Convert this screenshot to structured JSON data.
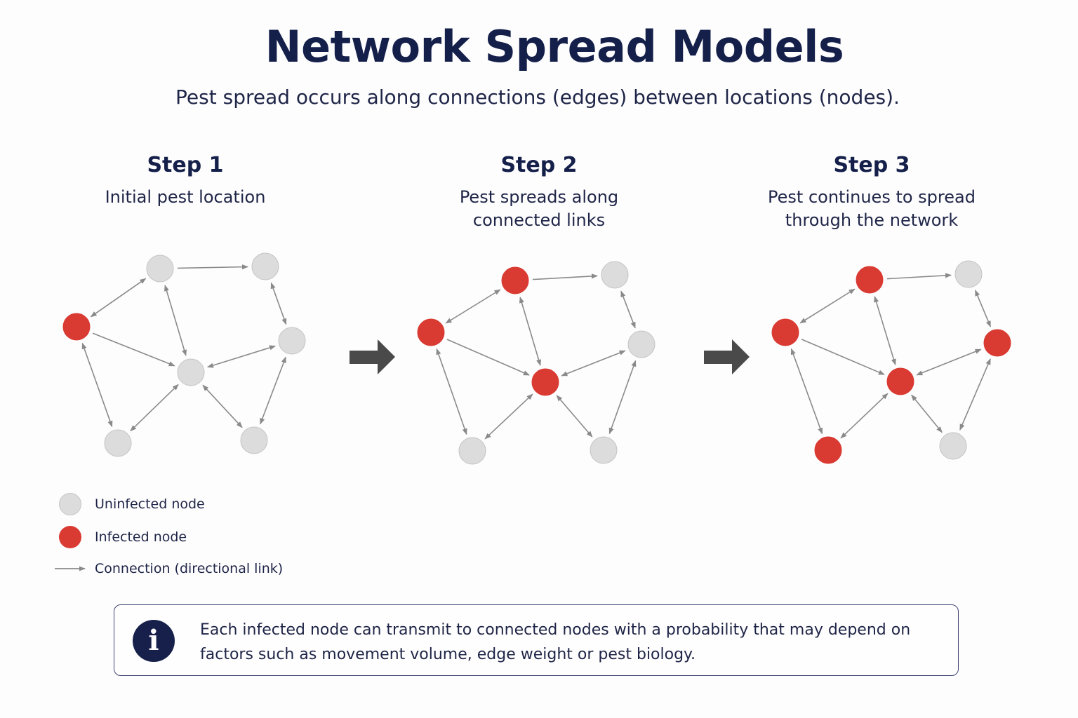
{
  "title": "Network Spread Models",
  "subtitle": "Pest spread occurs along connections (edges) between locations (nodes).",
  "steps": [
    {
      "title": "Step 1",
      "description": "Initial pest location"
    },
    {
      "title": "Step 2",
      "description": "Pest spreads along connected links"
    },
    {
      "title": "Step 3",
      "description": "Pest continues to spread through the network"
    }
  ],
  "network": {
    "nodes": [
      "A",
      "B",
      "C",
      "D",
      "E",
      "F",
      "G",
      "H"
    ],
    "edges": [
      {
        "from": "A",
        "to": "B",
        "bidirectional": true
      },
      {
        "from": "B",
        "to": "C",
        "bidirectional": false
      },
      {
        "from": "C",
        "to": "D",
        "bidirectional": true
      },
      {
        "from": "B",
        "to": "E",
        "bidirectional": true
      },
      {
        "from": "A",
        "to": "E",
        "bidirectional": false
      },
      {
        "from": "E",
        "to": "D",
        "bidirectional": true
      },
      {
        "from": "A",
        "to": "F",
        "bidirectional": true
      },
      {
        "from": "E",
        "to": "F",
        "bidirectional": true
      },
      {
        "from": "E",
        "to": "G",
        "bidirectional": true
      },
      {
        "from": "D",
        "to": "G",
        "bidirectional": true
      }
    ],
    "infected_by_step": [
      [
        "A"
      ],
      [
        "A",
        "B",
        "E"
      ],
      [
        "A",
        "B",
        "E",
        "D",
        "F"
      ]
    ]
  },
  "colors": {
    "infected": "#d93a32",
    "uninfected": "#dcdcdc",
    "uninfected_stroke": "#c4c4c4",
    "edge": "#8a8a8a",
    "step_arrow": "#4a4a4a",
    "title": "#15204a"
  },
  "legend": {
    "uninfected": "Uninfected node",
    "infected": "Infected node",
    "connection": "Connection (directional link)"
  },
  "info": {
    "icon": "info-icon",
    "text": "Each infected node can transmit to connected nodes with a probability that may depend on factors such as movement volume, edge weight or pest biology."
  }
}
